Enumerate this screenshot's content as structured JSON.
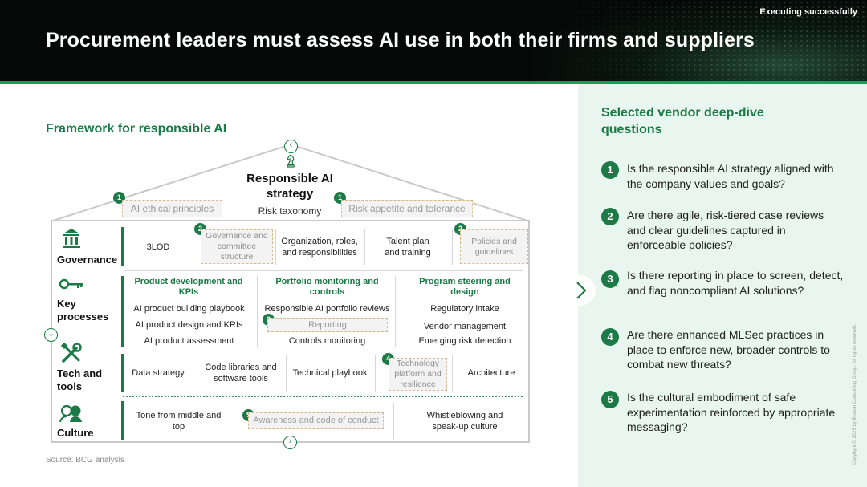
{
  "header": {
    "kicker": "Executing successfully",
    "title": "Procurement leaders must assess AI use in both their firms and suppliers"
  },
  "framework": {
    "title": "Framework for responsible AI",
    "source": "Source: BCG analysis",
    "roof": {
      "strategy": "Responsible AI strategy",
      "taxonomy": "Risk taxonomy",
      "left_item": {
        "badge": "1",
        "label": "AI ethical principles"
      },
      "right_item": {
        "badge": "1",
        "label": "Risk appetite and tolerance"
      }
    },
    "rows": {
      "governance": {
        "label": "Governance",
        "icon": "building-icon",
        "cells": [
          "3LOD",
          "Governance and committee structure",
          "Organization, roles, and responsibilities",
          "Talent plan and training",
          "Policies and guidelines"
        ],
        "badges": [
          "2",
          "2"
        ]
      },
      "key_processes": {
        "label": "Key processes",
        "icon": "key-icon",
        "columns": [
          {
            "head": "Product development and KPIs",
            "items": [
              "AI product building playbook",
              "AI product design and KRIs",
              "AI product assessment"
            ]
          },
          {
            "head": "Portfolio monitoring and controls",
            "items": [
              "Responsible AI portfolio reviews",
              "Reporting",
              "Controls monitoring"
            ],
            "badge": "3"
          },
          {
            "head": "Program steering and design",
            "items": [
              "Regulatory intake",
              "Vendor management",
              "Emerging risk detection"
            ]
          }
        ]
      },
      "tech_tools": {
        "label": "Tech and tools",
        "icon": "tools-icon",
        "cells": [
          "Data strategy",
          "Code libraries and software tools",
          "Technical playbook",
          "Technology platform and resilience",
          "Architecture"
        ],
        "badge": "4"
      },
      "culture": {
        "label": "Culture",
        "icon": "people-icon",
        "cells": [
          "Tone from middle and top",
          "Awareness and code of conduct",
          "Whistleblowing and speak-up culture"
        ],
        "badge": "5"
      }
    }
  },
  "questions": {
    "title": "Selected vendor deep-dive questions",
    "items": [
      {
        "num": "1",
        "text": "Is the responsible AI strategy aligned with the company values and goals?"
      },
      {
        "num": "2",
        "text": "Are there agile, risk-tiered case reviews and clear guidelines captured in enforceable policies?"
      },
      {
        "num": "3",
        "text": "Is there reporting in place to screen, detect, and flag noncompliant AI solutions?"
      },
      {
        "num": "4",
        "text": "Are there enhanced MLSec practices in place to enforce new, broader controls to combat new threats?"
      },
      {
        "num": "5",
        "text": "Is the cultural embodiment of safe experimentation reinforced by appropriate messaging?"
      }
    ]
  },
  "copyright": "Copyright © 2025 by Boston Consulting Group. All rights reserved.",
  "colors": {
    "accent": "#1b7a45",
    "panel": "#e8f6ef",
    "header": "#050807"
  }
}
